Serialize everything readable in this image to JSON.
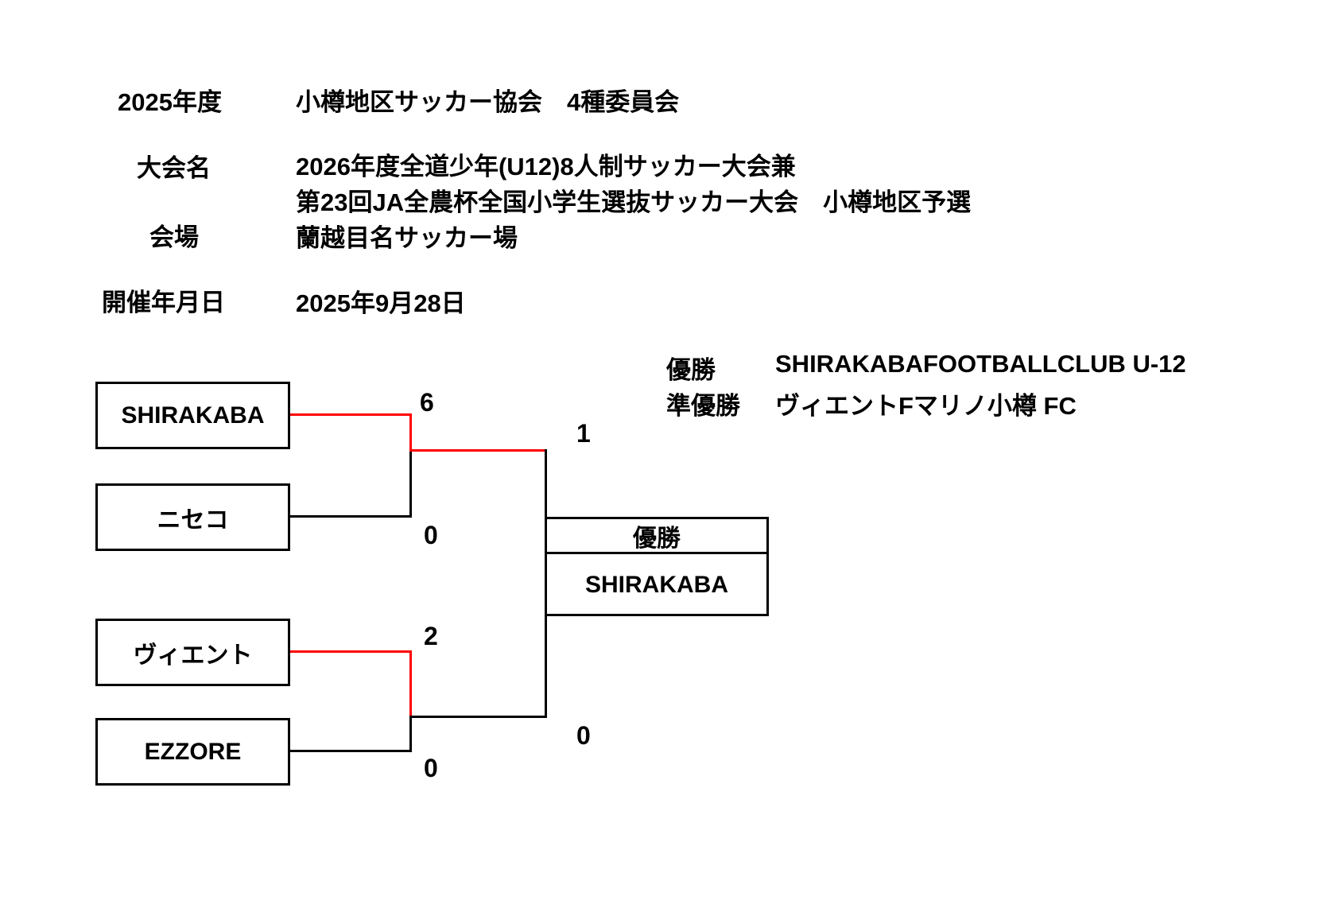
{
  "colors": {
    "winner_path": "#ff0000",
    "line": "#000000"
  },
  "header": {
    "season": "2025年度",
    "organization": "小樽地区サッカー協会　4種委員会",
    "tournament_label": "大会名",
    "tournament_line1": "2026年度全道少年(U12)8人制サッカー大会兼",
    "tournament_line2": "第23回JA全農杯全国小学生選抜サッカー大会　小樽地区予選",
    "venue_label": "会場",
    "venue": "蘭越目名サッカー場",
    "date_label": "開催年月日",
    "date": "2025年9月28日"
  },
  "results": {
    "champion_label": "優勝",
    "champion": "SHIRAKABAFOOTBALLCLUB U-12",
    "runner_up_label": "準優勝",
    "runner_up": "ヴィエントFマリノ小樽 FC"
  },
  "bracket": {
    "teams": [
      {
        "name": "SHIRAKABA"
      },
      {
        "name": "ニセコ"
      },
      {
        "name": "ヴィエント"
      },
      {
        "name": "EZZORE"
      }
    ],
    "scores": {
      "semi1_top": "6",
      "semi1_bottom": "0",
      "semi2_top": "2",
      "semi2_bottom": "0",
      "final_top": "1",
      "final_bottom": "0"
    },
    "final": {
      "label": "優勝",
      "winner": "SHIRAKABA"
    }
  }
}
